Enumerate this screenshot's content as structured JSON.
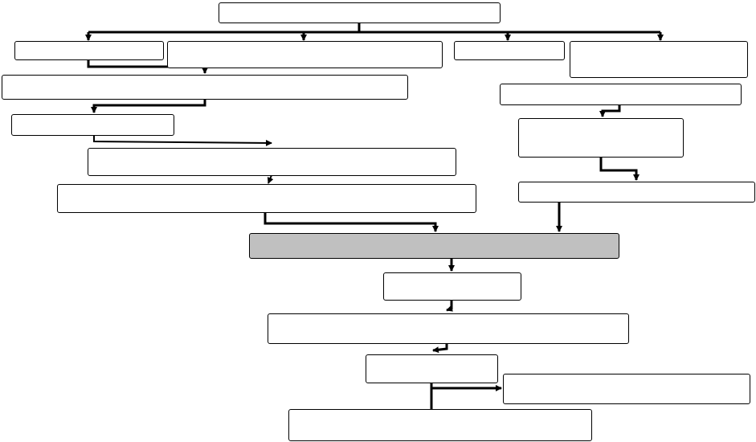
{
  "diagram": {
    "type": "flowchart",
    "highlight_color": "#c0c0c0",
    "line_color": "#000000",
    "box_border_color": "#000000",
    "nodes": [
      {
        "id": "top",
        "label": ""
      },
      {
        "id": "left-1",
        "label": ""
      },
      {
        "id": "left-2",
        "label": ""
      },
      {
        "id": "right-1",
        "label": ""
      },
      {
        "id": "right-2",
        "label": ""
      },
      {
        "id": "wide-left",
        "label": ""
      },
      {
        "id": "right-3",
        "label": ""
      },
      {
        "id": "left-3",
        "label": ""
      },
      {
        "id": "right-4",
        "label": ""
      },
      {
        "id": "center-1",
        "label": ""
      },
      {
        "id": "center-2",
        "label": ""
      },
      {
        "id": "right-5",
        "label": ""
      },
      {
        "id": "main-hub",
        "label": ""
      },
      {
        "id": "center-3",
        "label": ""
      },
      {
        "id": "center-4",
        "label": ""
      },
      {
        "id": "center-5",
        "label": ""
      },
      {
        "id": "right-6",
        "label": ""
      },
      {
        "id": "bottom",
        "label": ""
      }
    ]
  }
}
